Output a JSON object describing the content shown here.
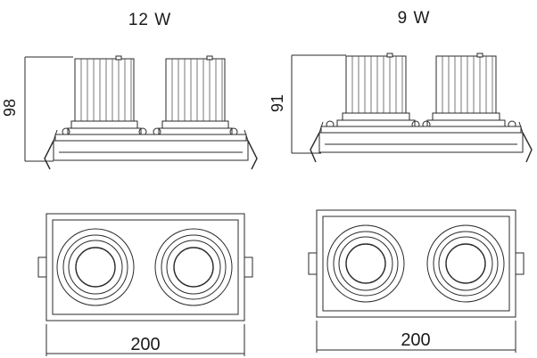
{
  "variants": [
    {
      "power_label": "12 W",
      "height_label": "98",
      "width_label": "200"
    },
    {
      "power_label": "9 W",
      "height_label": "91",
      "width_label": "200"
    }
  ]
}
